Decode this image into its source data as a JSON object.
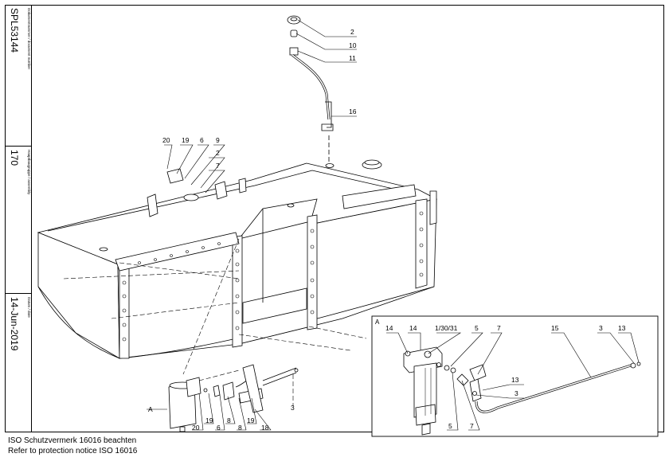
{
  "title_block": {
    "document_label": "Dokumentnummer / document number",
    "document_number": "SPL53144",
    "assembly_label": "Hauptbaugruppe / assembly",
    "assembly_number": "170",
    "date_label": "Datum / date",
    "date": "14-Jun-2019"
  },
  "notice": {
    "line1": "ISO Schutzvermerk 16016 beachten",
    "line2": "Refer to protection notice ISO 16016"
  },
  "callouts": {
    "c2a": "2",
    "c10": "10",
    "c11": "11",
    "c16": "16",
    "c20a": "20",
    "c19a": "19",
    "c6a": "6",
    "c9": "9",
    "c2b": "2",
    "c7a": "7",
    "cA": "A",
    "c19b": "19",
    "c6b": "6",
    "c8a": "8",
    "c8b": "8",
    "c19c": "19",
    "c18": "18",
    "c20b": "20",
    "c3a": "3"
  },
  "detail": {
    "label": "A",
    "callouts": {
      "d14a": "14",
      "d14b": "14",
      "d1": "1/30/31",
      "d5a": "5",
      "d7a": "7",
      "d15": "15",
      "d3a": "3",
      "d13a": "13",
      "d13b": "13",
      "d3b": "3",
      "d5b": "5",
      "d7b": "7"
    }
  }
}
